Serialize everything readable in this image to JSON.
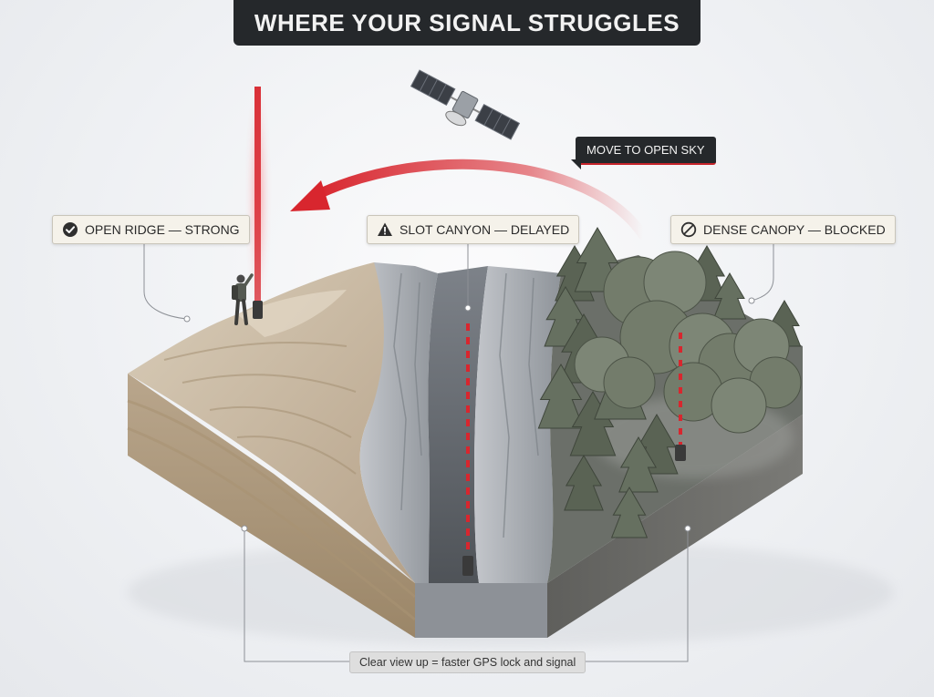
{
  "title": "WHERE YOUR SIGNAL STRUGGLES",
  "labels": {
    "open_ridge": "OPEN RIDGE — STRONG",
    "slot_canyon": "SLOT CANYON — DELAYED",
    "dense_canopy": "DENSE CANOPY — BLOCKED"
  },
  "call_to_action": "MOVE TO OPEN SKY",
  "footer_note": "Clear view up = faster GPS lock and signal",
  "icons": {
    "open_ridge": "check-circle-icon",
    "slot_canyon": "warning-triangle-icon",
    "dense_canopy": "blocked-circle-icon",
    "satellite": "satellite-icon",
    "hiker": "hiker-icon"
  },
  "colors": {
    "signal_red": "#d8262e",
    "banner_dark": "#25282b",
    "label_bg": "#f5f2ea",
    "ridge_sand": "#b7a48a",
    "canyon_grey": "#a9adb3",
    "forest_green": "#6b7565"
  }
}
